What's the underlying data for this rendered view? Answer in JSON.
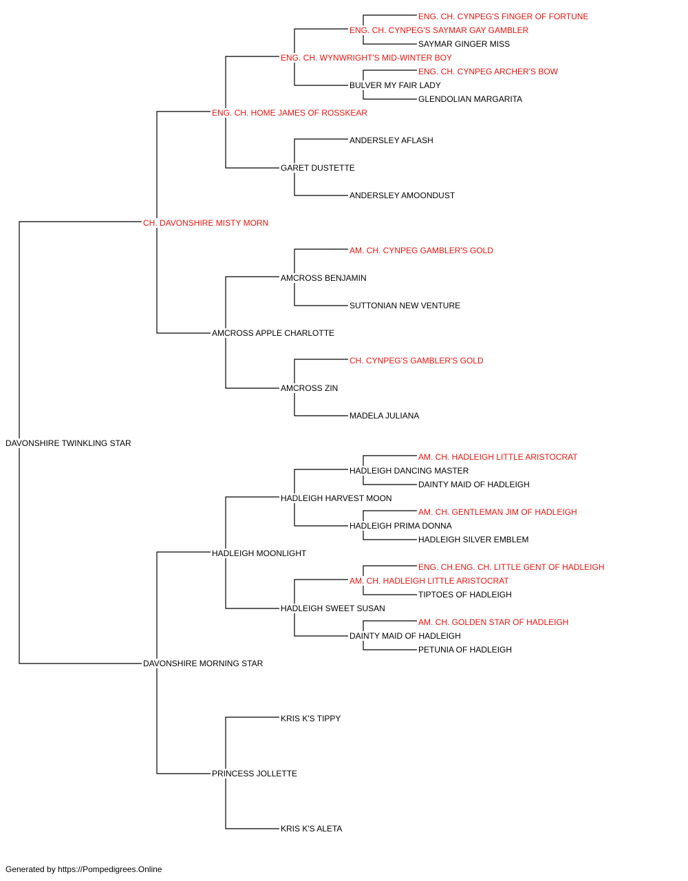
{
  "colors": {
    "champion": "#e8140f",
    "regular": "#000000",
    "line": "#000000"
  },
  "footer": "Generated by https://Pompedigrees.Online",
  "pedigree": {
    "root": "DAVONSHIRE TWINKLING STAR",
    "sire": "CH. DAVONSHIRE MISTY MORN",
    "sire_sire": "ENG. CH. HOME JAMES OF ROSSKEAR",
    "sire_sire_sire": "ENG. CH. WYNWRIGHT'S MID-WINTER BOY",
    "sire_sire_sire_sire": "ENG. CH. CYNPEG'S SAYMAR GAY GAMBLER",
    "sire_sire_sire_sire_sire": "ENG. CH. CYNPEG'S FINGER OF FORTUNE",
    "sire_sire_sire_sire_dam": "SAYMAR GINGER MISS",
    "sire_sire_sire_dam": "BULVER MY FAIR LADY",
    "sire_sire_sire_dam_sire": "ENG. CH. CYNPEG ARCHER'S BOW",
    "sire_sire_sire_dam_dam": "GLENDOLIAN MARGARITA",
    "sire_sire_dam": "GARET DUSTETTE",
    "sire_sire_dam_sire": "ANDERSLEY AFLASH",
    "sire_sire_dam_dam": "ANDERSLEY AMOONDUST",
    "sire_dam": "AMCROSS APPLE CHARLOTTE",
    "sire_dam_sire": "AMCROSS BENJAMIN",
    "sire_dam_sire_sire": "AM. CH. CYNPEG GAMBLER'S GOLD",
    "sire_dam_sire_dam": "SUTTONIAN NEW VENTURE",
    "sire_dam_dam": "AMCROSS ZIN",
    "sire_dam_dam_sire": "CH. CYNPEG'S GAMBLER'S GOLD",
    "sire_dam_dam_dam": "MADELA JULIANA",
    "dam": "DAVONSHIRE MORNING STAR",
    "dam_sire": "HADLEIGH MOONLIGHT",
    "dam_sire_sire": "HADLEIGH HARVEST MOON",
    "dam_sire_sire_sire": "HADLEIGH DANCING MASTER",
    "dam_sire_sire_sire_sire": "AM. CH. HADLEIGH LITTLE ARISTOCRAT",
    "dam_sire_sire_sire_dam": "DAINTY MAID OF HADLEIGH",
    "dam_sire_sire_dam": "HADLEIGH PRIMA DONNA",
    "dam_sire_sire_dam_sire": "AM. CH. GENTLEMAN JIM OF HADLEIGH",
    "dam_sire_sire_dam_dam": "HADLEIGH SILVER EMBLEM",
    "dam_sire_dam": "HADLEIGH SWEET SUSAN",
    "dam_sire_dam_sire": "AM. CH. HADLEIGH LITTLE ARISTOCRAT",
    "dam_sire_dam_sire_sire": "ENG. CH.ENG. CH. LITTLE GENT OF HADLEIGH",
    "dam_sire_dam_sire_dam": "TIPTOES OF HADLEIGH",
    "dam_sire_dam_dam": "DAINTY MAID OF HADLEIGH",
    "dam_sire_dam_dam_sire": "AM. CH. GOLDEN STAR OF HADLEIGH",
    "dam_sire_dam_dam_dam": "PETUNIA OF HADLEIGH",
    "dam_dam": "PRINCESS JOLLETTE",
    "dam_dam_sire": "KRIS K'S TIPPY",
    "dam_dam_dam": "KRIS K'S ALETA"
  }
}
